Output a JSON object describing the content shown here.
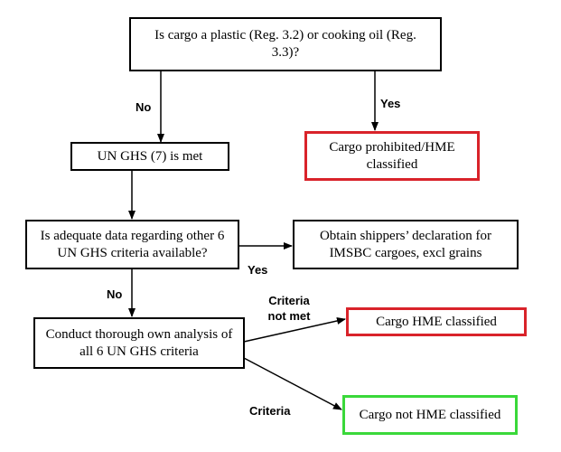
{
  "nodes": {
    "q1": "Is cargo a plastic (Reg. 3.2) or cooking oil (Reg. 3.3)?",
    "prohibited": "Cargo prohibited/HME classified",
    "ghs": "UN GHS (7) is met",
    "q2": "Is adequate data regarding other 6 UN GHS criteria available?",
    "declaration": "Obtain shippers’ declaration for IMSBC cargoes, excl grains",
    "analysis": "Conduct thorough own analysis of all 6 UN GHS criteria",
    "hme": "Cargo HME classified",
    "not_hme": "Cargo not HME classified"
  },
  "edge_labels": {
    "no_1": "No",
    "yes_1": "Yes",
    "yes_2": "Yes",
    "no_2": "No",
    "criteria_not_met_1": "Criteria",
    "criteria_not_met_2": "not met",
    "criteria": "Criteria"
  },
  "colors": {
    "terminal_red": "#d9232a",
    "terminal_green": "#3ad83a"
  }
}
